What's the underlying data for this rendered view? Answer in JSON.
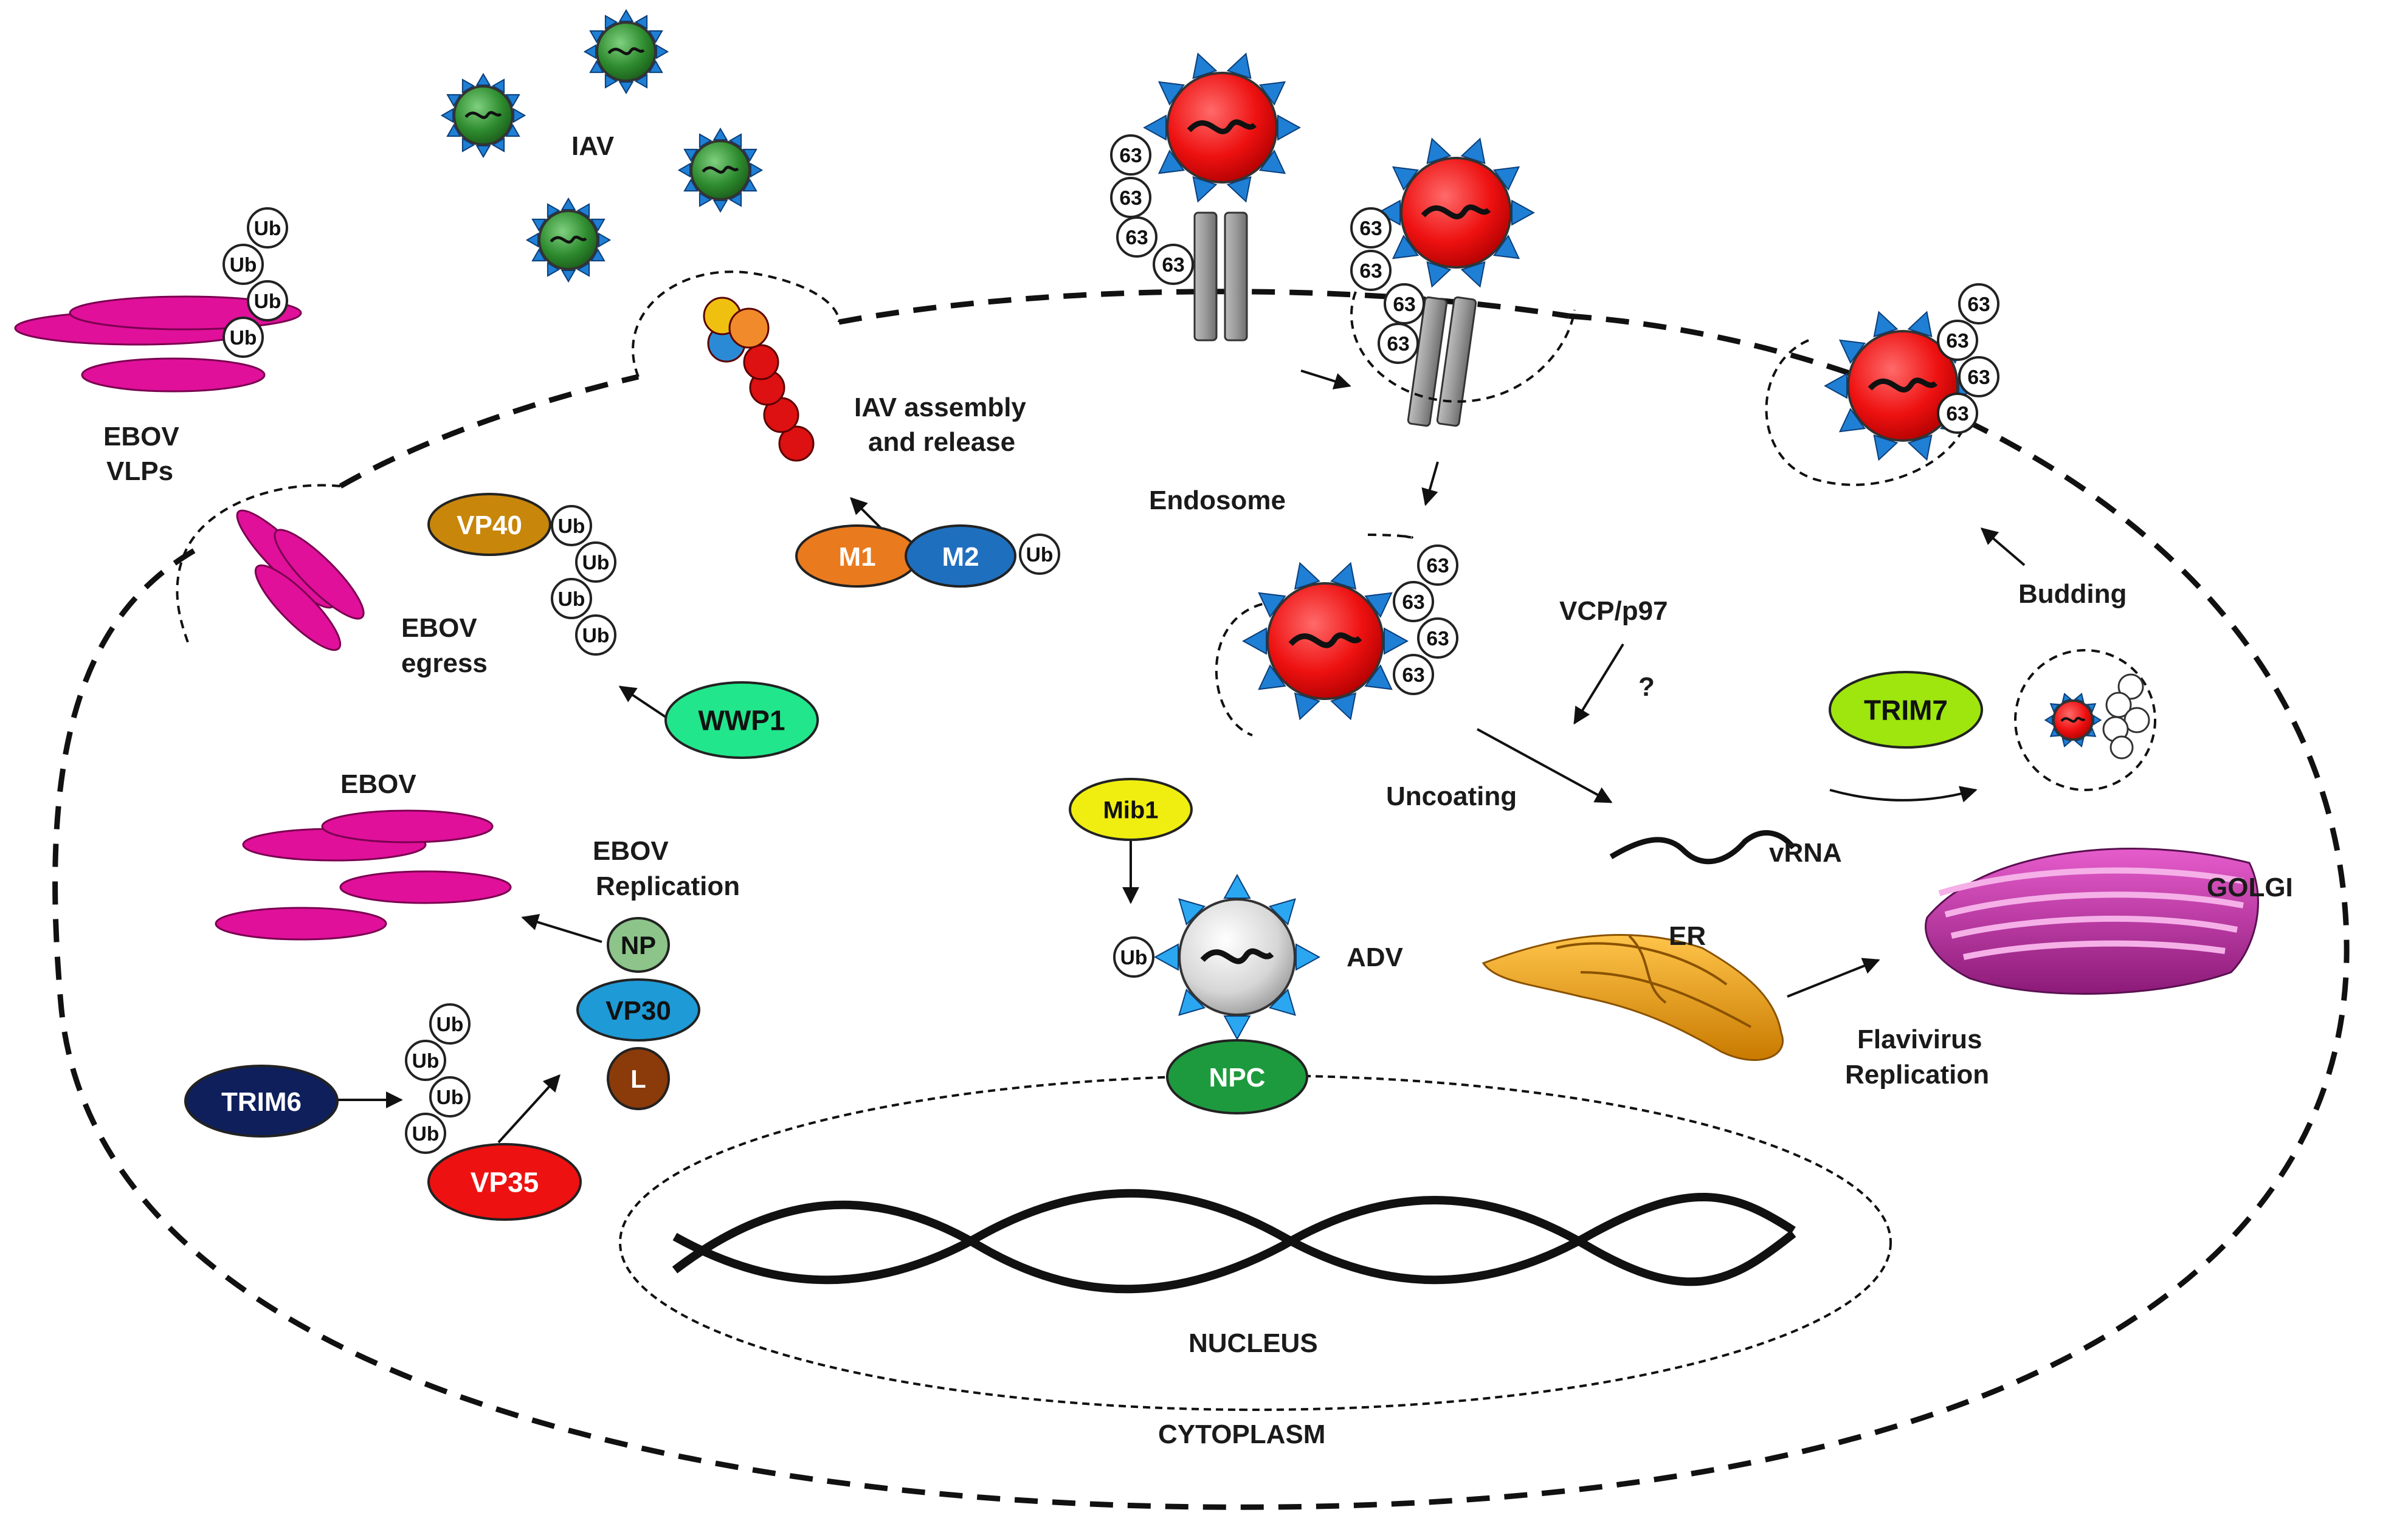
{
  "labels": {
    "iav": "IAV",
    "ebov_vlps_1": "EBOV",
    "ebov_vlps_2": "VLPs",
    "iav_assembly_1": "IAV assembly",
    "iav_assembly_2": "and release",
    "endosome": "Endosome",
    "ebov_egress_1": "EBOV",
    "ebov_egress_2": "egress",
    "vcp": "VCP/p97",
    "question": "?",
    "budding": "Budding",
    "uncoating": "Uncoating",
    "vrna": "vRNA",
    "ebov": "EBOV",
    "ebov_replication_1": "EBOV",
    "ebov_replication_2": "Replication",
    "adv": "ADV",
    "er": "ER",
    "golgi": "GOLGI",
    "flavivirus_1": "Flavivirus",
    "flavivirus_2": "Replication",
    "nucleus": "NUCLEUS",
    "cytoplasm": "CYTOPLASM"
  },
  "proteins": {
    "vp40": "VP40",
    "m1": "M1",
    "m2": "M2",
    "wwp1": "WWP1",
    "trim7": "TRIM7",
    "mib1": "Mib1",
    "np": "NP",
    "vp30": "VP30",
    "l": "L",
    "trim6": "TRIM6",
    "vp35": "VP35",
    "npc": "NPC"
  },
  "tags": {
    "ub": "Ub",
    "k63": "63"
  },
  "colors": {
    "iav_virion": "#2e8b2e",
    "virion_red": "#ee1111",
    "spike_blue": "#1f7fd4",
    "ebov_magenta": "#e0109a",
    "vp40": "#c8860a",
    "m1": "#ea7a1e",
    "m2": "#1f6fbf",
    "wwp1": "#22e68c",
    "trim7": "#9ee60e",
    "mib1": "#f0ee10",
    "np": "#8cc48a",
    "vp30": "#1e9ad6",
    "l": "#8b3a0a",
    "trim6": "#0e1f5c",
    "vp35": "#ee1111",
    "npc": "#1e9a3e",
    "er": "#f0a020",
    "golgi": "#cc33aa"
  }
}
